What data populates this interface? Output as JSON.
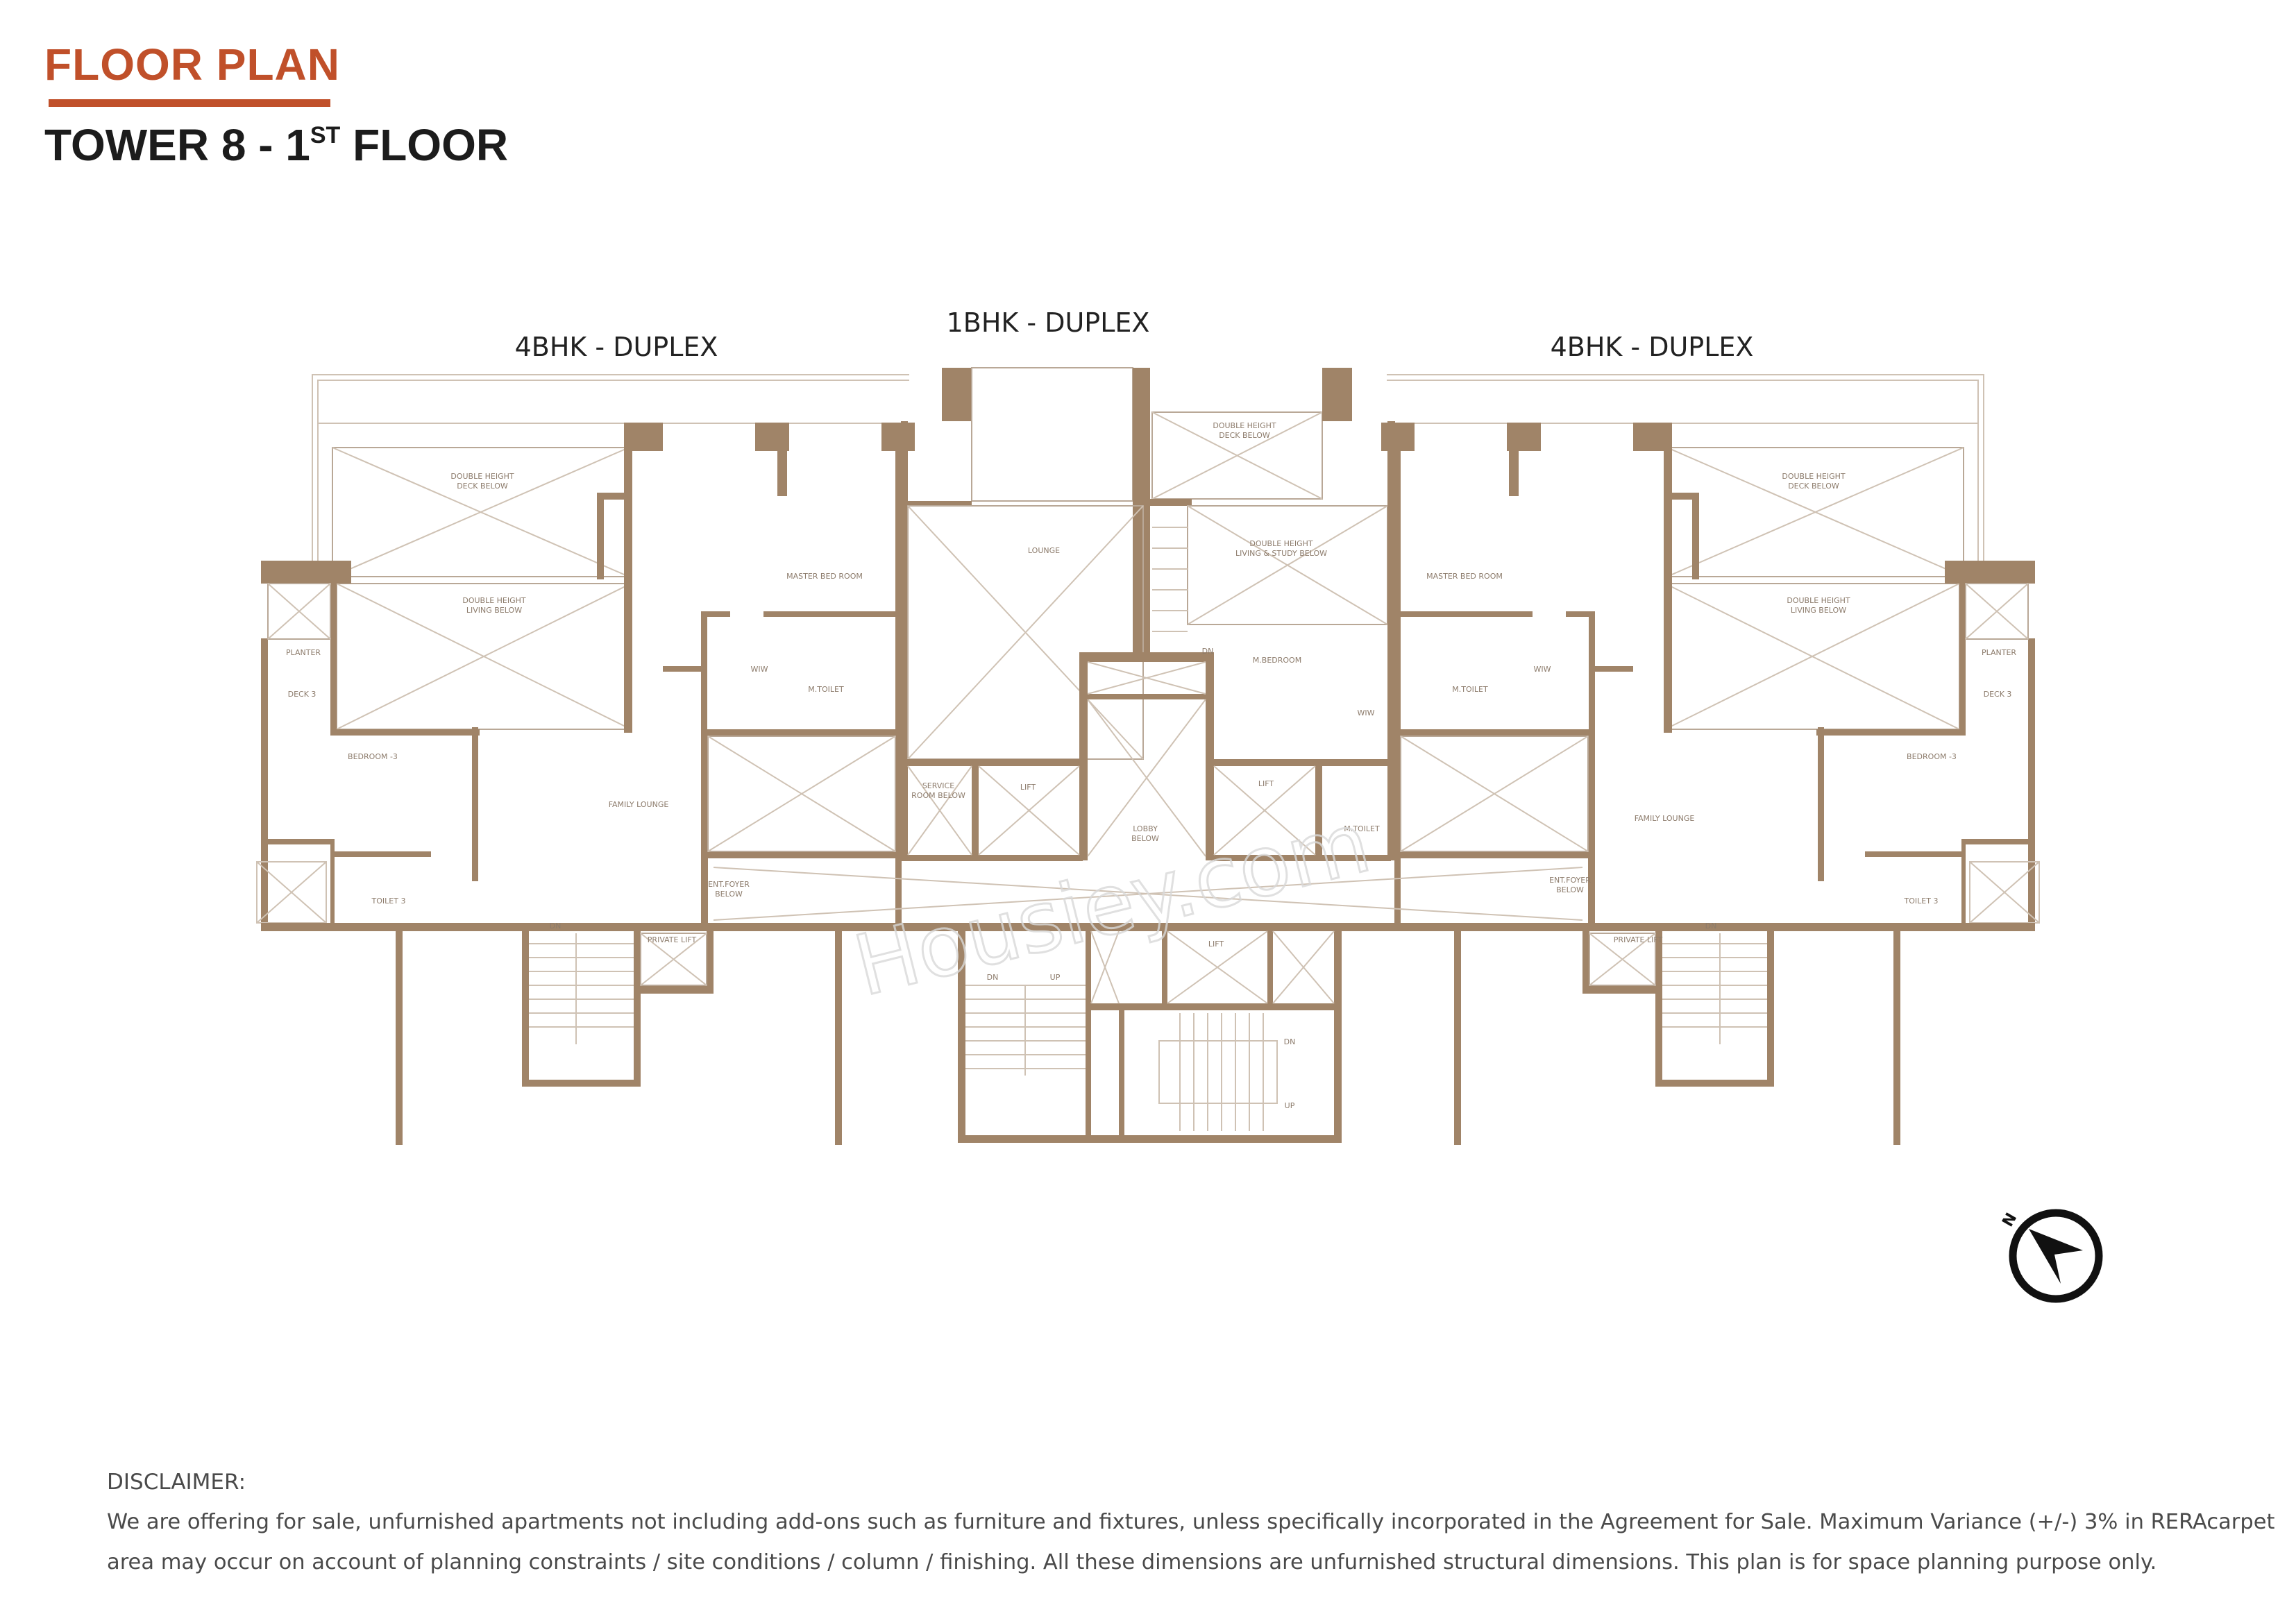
{
  "header": {
    "title": "FLOOR PLAN",
    "subtitle_prefix": "TOWER 8 - 1",
    "subtitle_sup": "ST",
    "subtitle_suffix": " FLOOR",
    "accent_color": "#c0502a"
  },
  "units": {
    "left": "4BHK - DUPLEX",
    "center": "1BHK - DUPLEX",
    "right": "4BHK - DUPLEX"
  },
  "rooms": {
    "left": {
      "deck_below_1": "DOUBLE HEIGHT",
      "deck_below_2": "DECK BELOW",
      "living_below_1": "DOUBLE HEIGHT",
      "living_below_2": "LIVING BELOW",
      "planter": "PLANTER",
      "deck3": "DECK 3",
      "bedroom3": "BEDROOM -3",
      "family_lounge": "FAMILY LOUNGE",
      "master_bed": "MASTER BED ROOM",
      "wiw": "WIW",
      "m_toilet": "M.TOILET",
      "toilet3": "TOILET 3",
      "ent_foyer_1": "ENT.FOYER",
      "ent_foyer_2": "BELOW",
      "dn": "DN",
      "private_lift": "PRIVATE LIFT"
    },
    "center": {
      "lounge": "LOUNGE",
      "service_1": "SERVICE",
      "service_2": "ROOM BELOW",
      "lift_1": "LIFT",
      "lobby_1": "LOBBY",
      "lobby_2": "BELOW",
      "deck_1": "DOUBLE HEIGHT",
      "deck_2": "DECK BELOW",
      "living_1": "DOUBLE HEIGHT",
      "living_2": "LIVING & STUDY BELOW",
      "m_bedroom": "M.BEDROOM",
      "wiw": "WIW",
      "lift_2": "LIFT",
      "m_toilet": "M.TOILET",
      "dn": "DN"
    },
    "core": {
      "dn_1": "DN",
      "up_1": "UP",
      "lift": "LIFT",
      "dn_2": "DN",
      "up_2": "UP"
    }
  },
  "compass": {
    "label": "N",
    "icon": "north-arrow-icon"
  },
  "watermark": "Housiey.com",
  "disclaimer": {
    "heading": "DISCLAIMER:",
    "line1": "We are offering for sale, unfurnished apartments not including add-ons such as furniture and fixtures, unless specifically incorporated in the Agreement for Sale. Maximum Variance (+/-) 3% in RERAcarpet",
    "line2": "area may occur on account of planning constraints / site conditions / column / finishing. All these dimensions are unfurnished structural dimensions. This plan is for space planning purpose only."
  },
  "colors": {
    "wall": "#a08468",
    "title": "#1c1c1c"
  }
}
